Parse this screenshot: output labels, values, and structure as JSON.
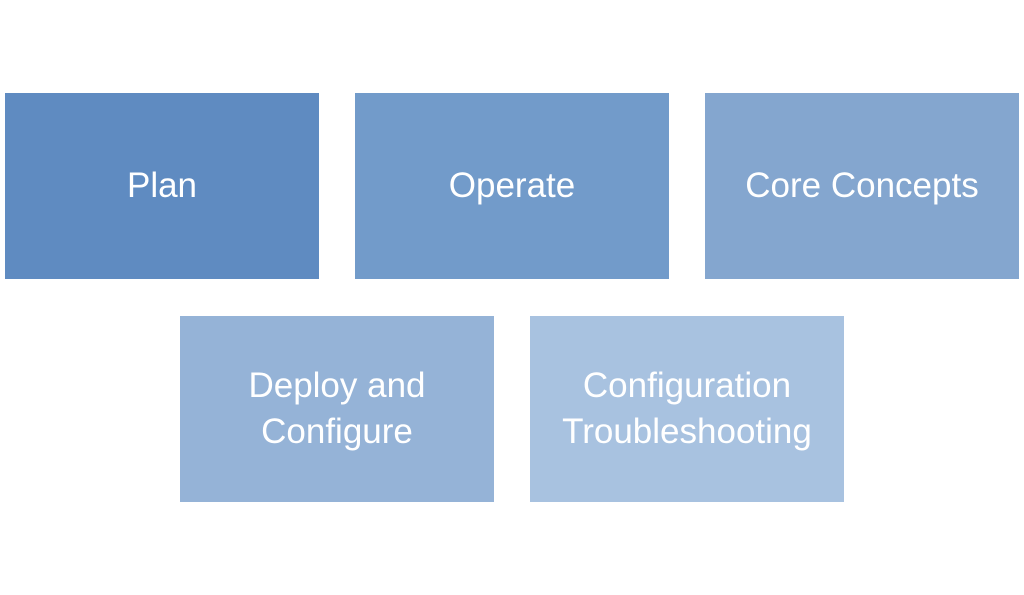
{
  "tiles": [
    {
      "label": "Plan",
      "color": "#5f8bc1"
    },
    {
      "label": "Operate",
      "color": "#729bca"
    },
    {
      "label": "Core Concepts",
      "color": "#84a6cf"
    },
    {
      "label": "Deploy and\nConfigure",
      "color": "#95b3d7"
    },
    {
      "label": "Configuration\nTroubleshooting",
      "color": "#a8c2e0"
    }
  ]
}
